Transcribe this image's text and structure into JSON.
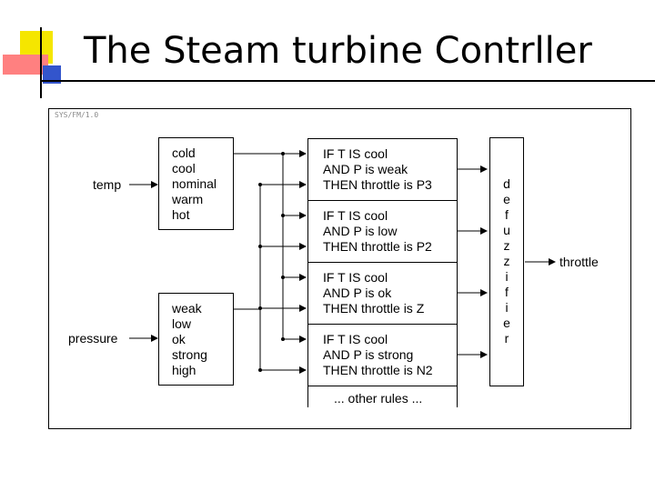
{
  "slide": {
    "title": "The Steam turbine Contrller"
  },
  "figure": {
    "caption": "SYS/FM/1.0",
    "inputs": [
      {
        "label": "temp",
        "sets": [
          "cold",
          "cool",
          "nominal",
          "warm",
          "hot"
        ]
      },
      {
        "label": "pressure",
        "sets": [
          "weak",
          "low",
          "ok",
          "strong",
          "high"
        ]
      }
    ],
    "rules": [
      {
        "line1": "IF  T  IS  cool",
        "line2": "AND  P  is  weak",
        "line3": "THEN throttle is P3"
      },
      {
        "line1": "IF  T  IS  cool",
        "line2": "AND  P  is  low",
        "line3": "THEN throttle is P2"
      },
      {
        "line1": "IF  T  IS  cool",
        "line2": "AND  P  is  ok",
        "line3": "THEN throttle is  Z"
      },
      {
        "line1": "IF  T  IS  cool",
        "line2": "AND  P  is  strong",
        "line3": "THEN throttle is  N2"
      }
    ],
    "more_rules": "... other rules ...",
    "defuzzifier_letters": [
      "d",
      "e",
      "f",
      "u",
      "z",
      "z",
      "i",
      "f",
      "i",
      "e",
      "r"
    ],
    "output_label": "throttle"
  },
  "colors": {
    "accent_yellow": "#f5e600",
    "accent_red": "#ff8080",
    "accent_blue": "#3355cc"
  }
}
